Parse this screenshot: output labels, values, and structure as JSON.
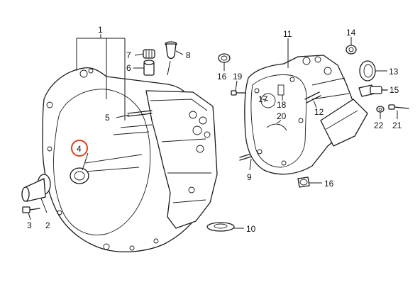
{
  "callouts": {
    "c1": "1",
    "c2": "2",
    "c3": "3",
    "c4": "4",
    "c5": "5",
    "c6": "6",
    "c7": "7",
    "c8": "8",
    "c9": "9",
    "c10": "10",
    "c11": "11",
    "c12": "12",
    "c13": "13",
    "c14": "14",
    "c15": "15",
    "c16a": "16",
    "c16b": "16",
    "c17": "17",
    "c18": "18",
    "c19": "19",
    "c20": "20",
    "c21": "21",
    "c22": "22"
  },
  "highlighted_part": "4",
  "colors": {
    "line": "#1a1a1a",
    "highlight": "#e2401c",
    "background": "#ffffff"
  }
}
